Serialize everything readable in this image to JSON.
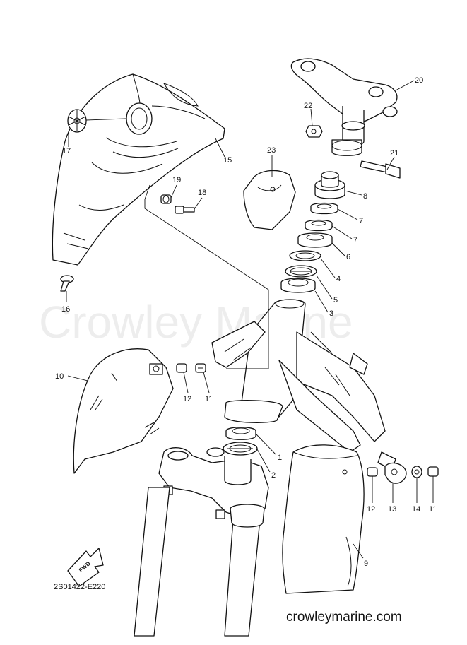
{
  "watermark": "Crowley Marine",
  "website": "crowleymarine.com",
  "diagram_code": "2S01422-E220",
  "fwd_label": "FWD",
  "callouts": [
    "20",
    "22",
    "21",
    "23",
    "8",
    "7",
    "7",
    "6",
    "4",
    "5",
    "3",
    "15",
    "17",
    "19",
    "18",
    "16",
    "10",
    "12",
    "11",
    "1",
    "2",
    "12",
    "13",
    "14",
    "11",
    "9"
  ]
}
